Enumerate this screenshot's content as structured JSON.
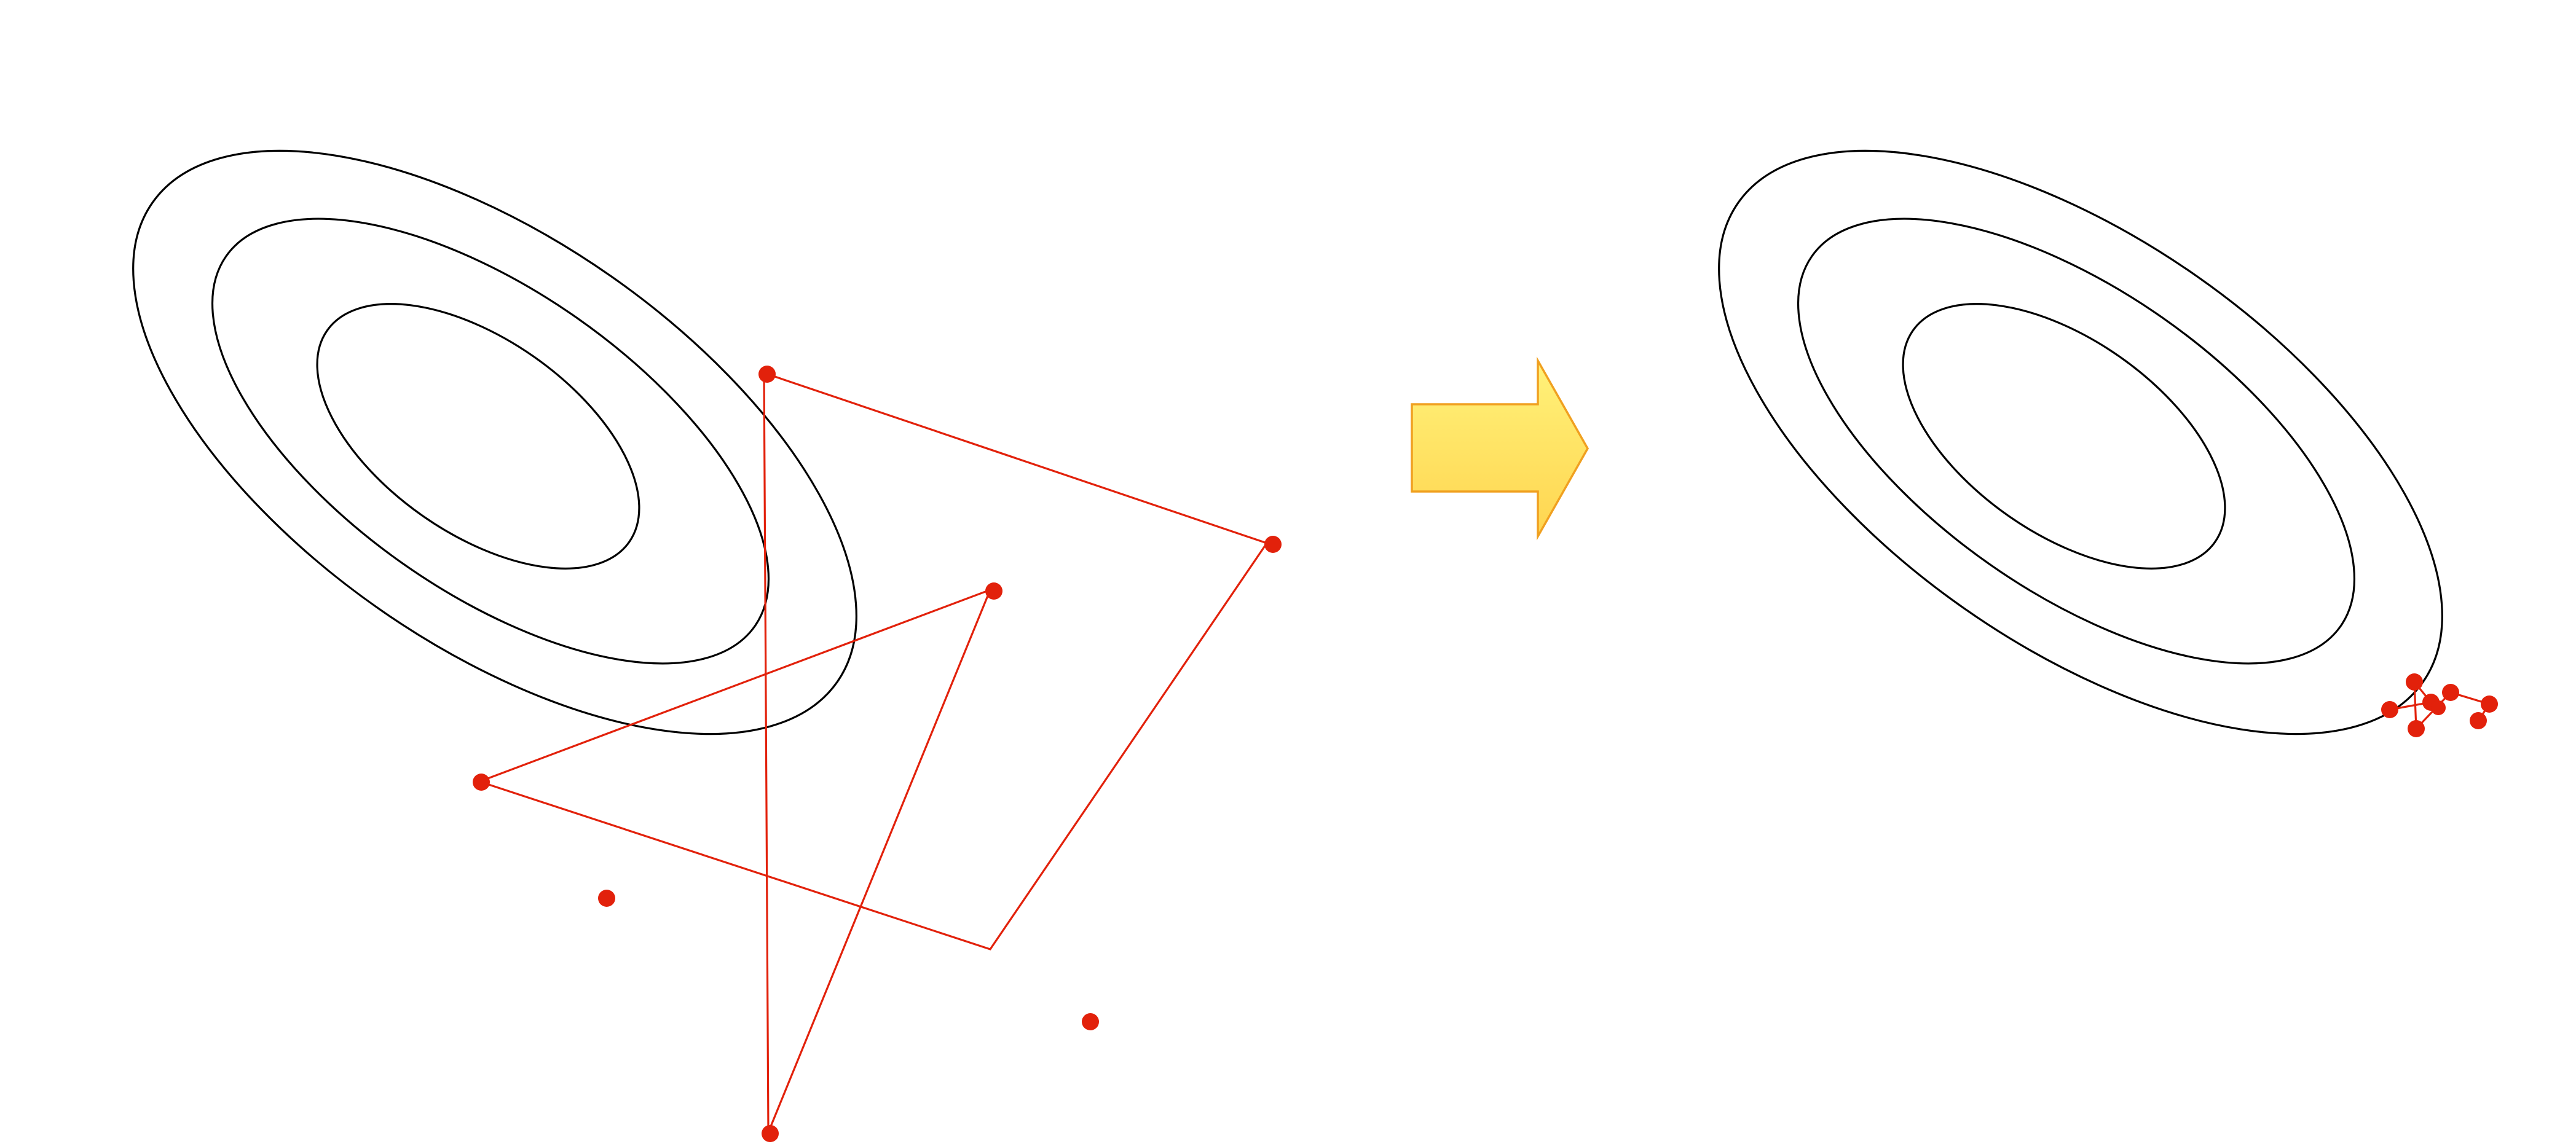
{
  "colors": {
    "background": "#ffffff",
    "contour": "#000000",
    "path": "#e2210b",
    "arrow_fill_top": "#fff27a",
    "arrow_fill_bottom": "#ffd550",
    "arrow_stroke": "#f0a020"
  },
  "panels": [
    {
      "name": "before-panel",
      "description_icon": "contour-plot-icon",
      "contour_levels": 3,
      "path_points": 8
    },
    {
      "name": "after-panel",
      "description_icon": "contour-plot-icon",
      "contour_levels": 3,
      "path_points": 8
    }
  ],
  "arrow": {
    "icon": "right-arrow-icon",
    "direction": "right"
  }
}
